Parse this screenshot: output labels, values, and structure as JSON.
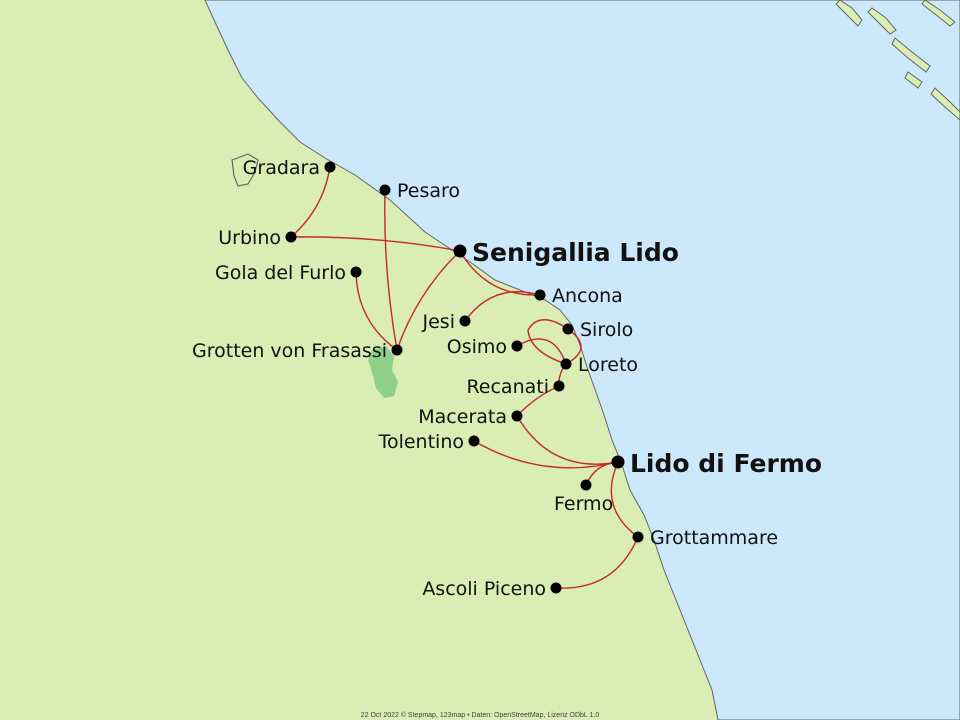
{
  "colors": {
    "land": "#d9edb4",
    "sea": "#cce8fb",
    "coast": "#666666",
    "route": "#c42a2a",
    "park": "#8fcf8a",
    "dot": "#000000"
  },
  "places": [
    {
      "id": "gradara",
      "name": "Gradara",
      "hub": false
    },
    {
      "id": "pesaro",
      "name": "Pesaro",
      "hub": false
    },
    {
      "id": "urbino",
      "name": "Urbino",
      "hub": false
    },
    {
      "id": "senigallia",
      "name": "Senigallia Lido",
      "hub": true
    },
    {
      "id": "furlo",
      "name": "Gola del Furlo",
      "hub": false
    },
    {
      "id": "ancona",
      "name": "Ancona",
      "hub": false
    },
    {
      "id": "jesi",
      "name": "Jesi",
      "hub": false
    },
    {
      "id": "sirolo",
      "name": "Sirolo",
      "hub": false
    },
    {
      "id": "osimo",
      "name": "Osimo",
      "hub": false
    },
    {
      "id": "frasassi",
      "name": "Grotten von Frasassi",
      "hub": false
    },
    {
      "id": "loreto",
      "name": "Loreto",
      "hub": false
    },
    {
      "id": "recanati",
      "name": "Recanati",
      "hub": false
    },
    {
      "id": "macerata",
      "name": "Macerata",
      "hub": false
    },
    {
      "id": "tolentino",
      "name": "Tolentino",
      "hub": false
    },
    {
      "id": "fermolido",
      "name": "Lido di Fermo",
      "hub": true
    },
    {
      "id": "fermo",
      "name": "Fermo",
      "hub": false
    },
    {
      "id": "grottammare",
      "name": "Grottammare",
      "hub": false
    },
    {
      "id": "ascoli",
      "name": "Ascoli Piceno",
      "hub": false
    }
  ],
  "routes": [
    [
      "gradara",
      "urbino"
    ],
    [
      "urbino",
      "senigallia"
    ],
    [
      "pesaro",
      "frasassi"
    ],
    [
      "furlo",
      "frasassi"
    ],
    [
      "senigallia",
      "frasassi"
    ],
    [
      "senigallia",
      "ancona"
    ],
    [
      "jesi",
      "ancona"
    ],
    [
      "sirolo",
      "loreto"
    ],
    [
      "osimo",
      "loreto"
    ],
    [
      "loreto",
      "recanati"
    ],
    [
      "recanati",
      "macerata"
    ],
    [
      "macerata",
      "fermolido"
    ],
    [
      "tolentino",
      "fermolido"
    ],
    [
      "fermolido",
      "fermo"
    ],
    [
      "fermolido",
      "grottammare"
    ],
    [
      "grottammare",
      "ascoli"
    ]
  ],
  "attribution": "22 Oct 2022 © Stepmap, 123map • Daten: OpenStreetMap, Lizenz ODbL 1.0"
}
